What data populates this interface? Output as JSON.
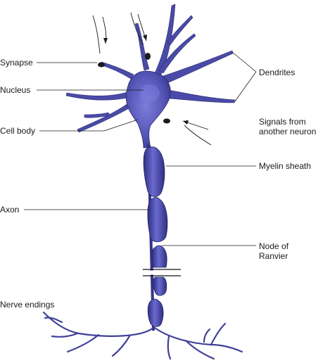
{
  "diagram": {
    "accent_color": "#4b4ba8",
    "labels": {
      "synapse": "Synapse",
      "nucleus": "Nucleus",
      "cell_body": "Cell body",
      "axon": "Axon",
      "nerve_endings": "Nerve endings",
      "dendrites": "Dendrites",
      "signals": "Signals from\nanother neuron",
      "myelin_sheath": "Myelin sheath",
      "node_of_ranvier": "Node of\nRanvier"
    }
  }
}
